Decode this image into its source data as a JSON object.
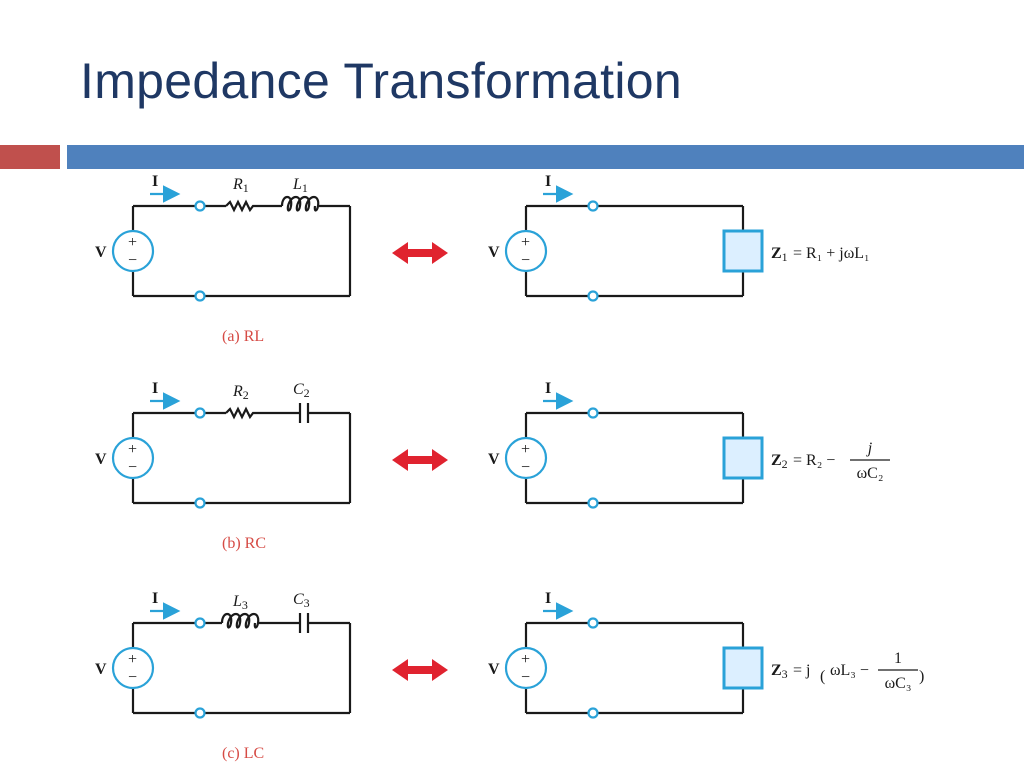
{
  "slide": {
    "title": "Impedance Transformation"
  },
  "colors": {
    "title": "#1f3864",
    "accent_red": "#c0504d",
    "accent_blue": "#4f81bd",
    "terminal": "#2aa2d8",
    "impedance_box": "#dcefff",
    "arrow": "#e0232f",
    "caption": "#d64b45"
  },
  "panels": [
    {
      "caption": "(a) RL",
      "current_label": "I",
      "source_label": "V",
      "source_plus": "+",
      "source_minus": "−",
      "components": [
        {
          "type": "resistor",
          "symbol": "R",
          "sub": "1"
        },
        {
          "type": "inductor",
          "symbol": "L",
          "sub": "1"
        }
      ],
      "equation": {
        "lhs": "Z",
        "sub": "1",
        "rhs": "= R₁ + jωL₁"
      }
    },
    {
      "caption": "(b) RC",
      "current_label": "I",
      "source_label": "V",
      "source_plus": "+",
      "source_minus": "−",
      "components": [
        {
          "type": "resistor",
          "symbol": "R",
          "sub": "2"
        },
        {
          "type": "capacitor",
          "symbol": "C",
          "sub": "2"
        }
      ],
      "equation": {
        "lhs": "Z",
        "sub": "2",
        "rhs": "= R₂ −",
        "frac_num": "j",
        "frac_den": "ωC₂"
      }
    },
    {
      "caption": "(c) LC",
      "current_label": "I",
      "source_label": "V",
      "source_plus": "+",
      "source_minus": "−",
      "components": [
        {
          "type": "inductor",
          "symbol": "L",
          "sub": "3"
        },
        {
          "type": "capacitor",
          "symbol": "C",
          "sub": "3"
        }
      ],
      "equation": {
        "lhs": "Z",
        "sub": "3",
        "rhs": "= j",
        "inner": "ωL₃ −",
        "frac_num": "1",
        "frac_den": "ωC₃"
      }
    }
  ]
}
